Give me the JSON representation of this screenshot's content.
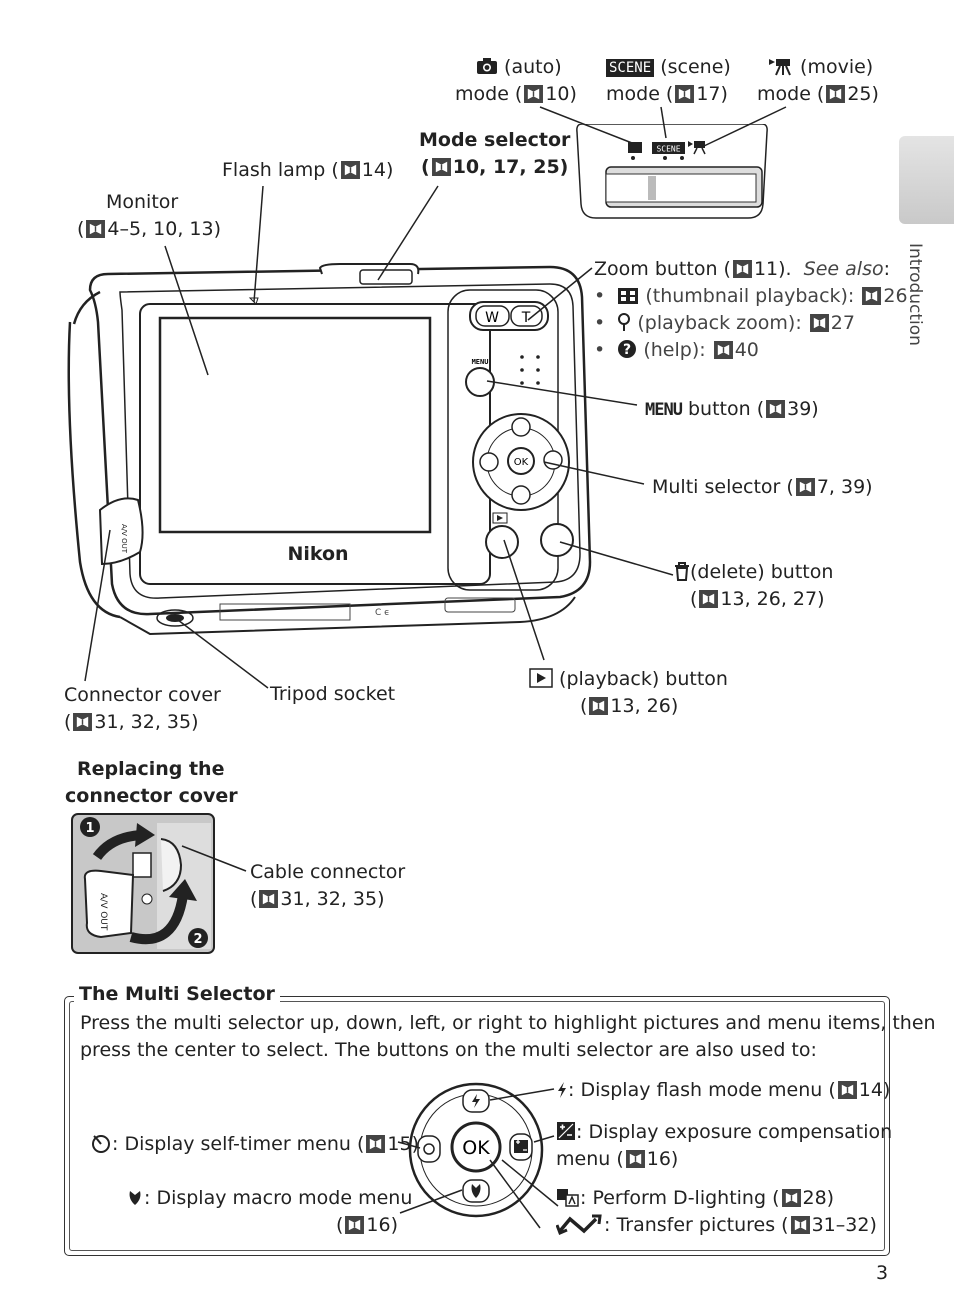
{
  "labels": {
    "auto_line1": "(auto)",
    "auto_line2": "mode (",
    "auto_ref": "10)",
    "scene_line1": "(scene)",
    "scene_line2": "mode (",
    "scene_ref": "17)",
    "movie_line1": "(movie)",
    "movie_line2": "mode (",
    "movie_ref": "25)",
    "mode_selector_line1": "Mode selector",
    "mode_selector_line2_open": "(",
    "mode_selector_ref": "10, 17, 25)",
    "flash_lamp": "Flash lamp (",
    "flash_lamp_ref": "14)",
    "monitor_line1": "Monitor",
    "monitor_line2_open": "(",
    "monitor_ref": "4–5, 10, 13)",
    "zoom_button": "Zoom button (",
    "zoom_ref": "11).",
    "see_also": "See also",
    "see_also_colon": ":",
    "thumb": "(thumbnail playback):",
    "thumb_ref": "26",
    "pb_zoom": "(playback zoom):",
    "pb_zoom_ref": "27",
    "help": "(help):",
    "help_ref": "40",
    "menu_word": "MENU",
    "menu_button": "button (",
    "menu_ref": "39)",
    "multi_selector": "Multi selector (",
    "multi_ref": "7, 39)",
    "delete_line1": "(delete) button",
    "delete_line2_open": "(",
    "delete_ref": "13, 26, 27)",
    "playback_line1": "(playback) button",
    "playback_line2_open": "(",
    "playback_ref": "13, 26)",
    "connector_line1": "Connector cover",
    "connector_line2_open": "(",
    "connector_ref": "31, 32, 35)",
    "tripod": "Tripod socket",
    "replacing_line1": "Replacing the",
    "replacing_line2": "connector cover",
    "cable_line1": "Cable connector",
    "cable_line2_open": "(",
    "cable_ref": "31, 32, 35)",
    "scene_badge": "SCENE",
    "camera_brand": "Nikon",
    "menu_btn_text": "MENU",
    "av_out": "A/V OUT",
    "ok": "OK",
    "wt_w": "W",
    "wt_t": "T"
  },
  "multi_selector_box": {
    "title": "The Multi Selector",
    "body_line1": "Press the multi selector up, down, left, or right to highlight pictures and menu items, then",
    "body_line2": "press the center to select.  The buttons on the multi selector are also used to:",
    "flash": ": Display flash mode menu (",
    "flash_ref": "14)",
    "self_timer": ": Display self-timer menu (",
    "self_timer_ref": "15)",
    "exposure_line1": ": Display exposure compensation",
    "exposure_line2": "menu (",
    "exposure_ref": "16)",
    "macro_line1": ": Display macro mode menu",
    "macro_line2_open": "(",
    "macro_ref": "16)",
    "dlighting": ": Perform D-lighting (",
    "dlighting_ref": "28)",
    "transfer": ": Transfer pictures (",
    "transfer_ref": "31–32)",
    "ok": "OK"
  },
  "side_tab": "Introduction",
  "page_number": "3",
  "icons": [
    "camera-icon",
    "scene-icon",
    "movie-icon",
    "reference-icon",
    "thumbnail-icon",
    "magnifier-icon",
    "help-icon",
    "trash-icon",
    "play-icon",
    "flash-icon",
    "self-timer-icon",
    "exposure-icon",
    "macro-icon",
    "dlighting-icon",
    "transfer-icon"
  ]
}
